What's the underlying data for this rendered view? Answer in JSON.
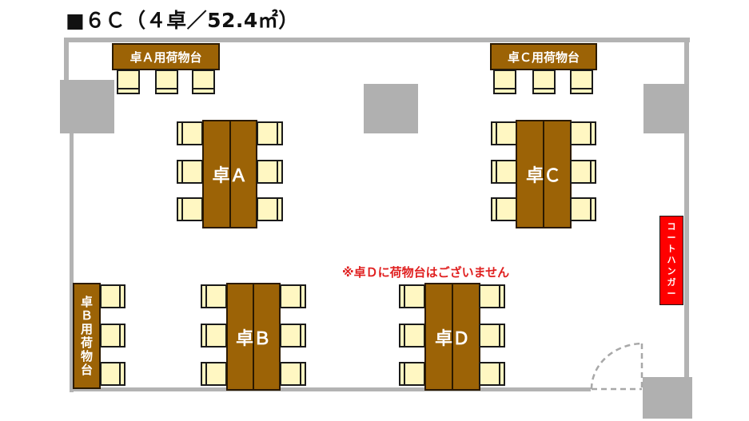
{
  "title": "■６Ｃ（４卓／52.4㎡）",
  "colors": {
    "wall": "#b3b3b3",
    "table": "#9c6306",
    "chair": "#fff7c2",
    "coat_hanger": "#ff0000",
    "note": "#e02020"
  },
  "tables": [
    {
      "id": "A",
      "label": "卓Ａ",
      "chairs": 6
    },
    {
      "id": "B",
      "label": "卓Ｂ",
      "chairs": 6
    },
    {
      "id": "C",
      "label": "卓Ｃ",
      "chairs": 6
    },
    {
      "id": "D",
      "label": "卓Ｄ",
      "chairs": 6
    }
  ],
  "luggage_tables": {
    "a": "卓Ａ用荷物台",
    "c": "卓Ｃ用荷物台",
    "b": [
      "卓",
      "Ｂ",
      "用",
      "荷",
      "物",
      "台"
    ]
  },
  "coat_hanger": [
    "コ",
    "ー",
    "ト",
    "ハ",
    "ン",
    "ガ",
    "ー"
  ],
  "note": "※卓Ｄに荷物台はございません"
}
